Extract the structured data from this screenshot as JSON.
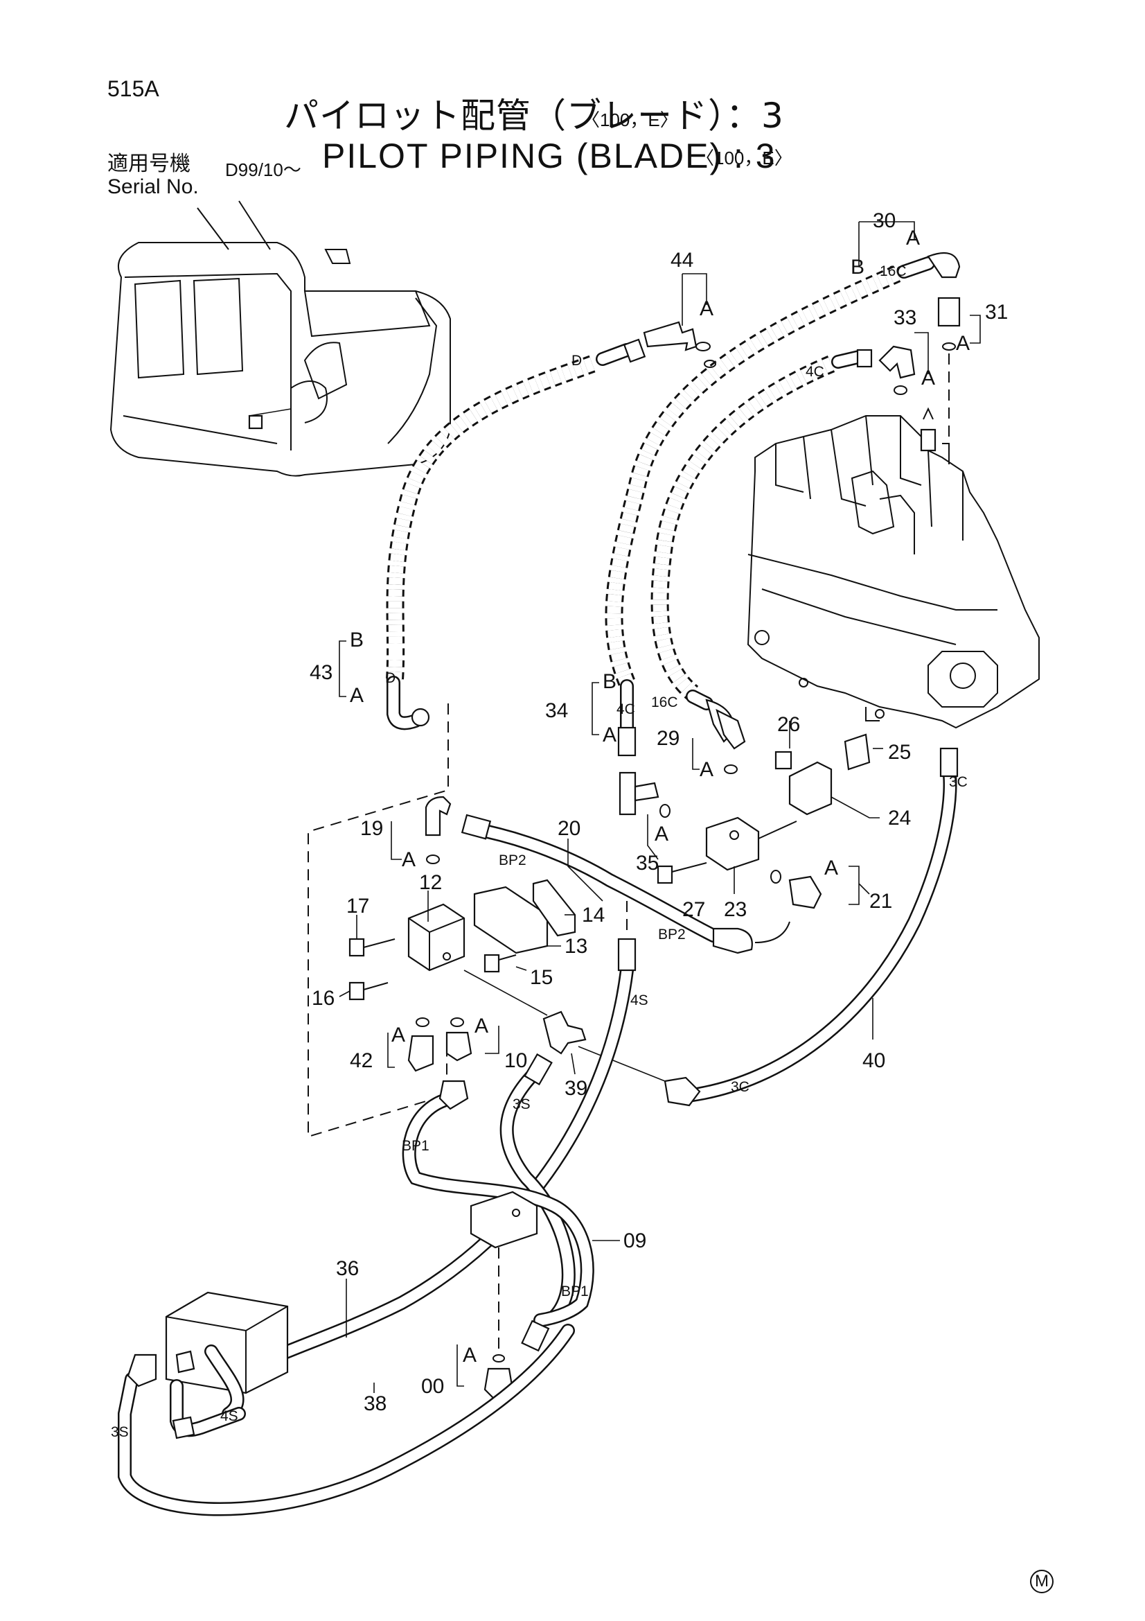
{
  "header": {
    "page_code": "515A",
    "title_jp": "パイロット配管（ブレード）：3",
    "title_jp_suffix": "〈100，E〉",
    "title_en": "PILOT PIPING (BLADE) : 3",
    "title_en_suffix": "〈100，E〉",
    "serial_label_jp": "適用号機",
    "serial_label_en": "Serial No.",
    "serial_range": "D99/10～"
  },
  "callouts": {
    "n30": "30",
    "n44": "44",
    "n31": "31",
    "n33": "33",
    "n43": "43",
    "n34": "34",
    "n29": "29",
    "n26": "26",
    "n25": "25",
    "n24": "24",
    "n20": "20",
    "n19": "19",
    "n12": "12",
    "n17": "17",
    "n16": "16",
    "n14": "14",
    "n13": "13",
    "n15": "15",
    "n35": "35",
    "n27": "27",
    "n23": "23",
    "n21": "21",
    "n42": "42",
    "n10": "10",
    "n39": "39",
    "n40": "40",
    "n09": "09",
    "n36": "36",
    "n38": "38",
    "n00": "00"
  },
  "letters": {
    "a": "A",
    "b": "B",
    "d": "D"
  },
  "hose_codes": {
    "c16": "16C",
    "c4": "4C",
    "c3": "3C",
    "bp2": "BP2",
    "s4": "4S",
    "s3": "3S",
    "bp1": "BP1"
  },
  "mark": "M"
}
